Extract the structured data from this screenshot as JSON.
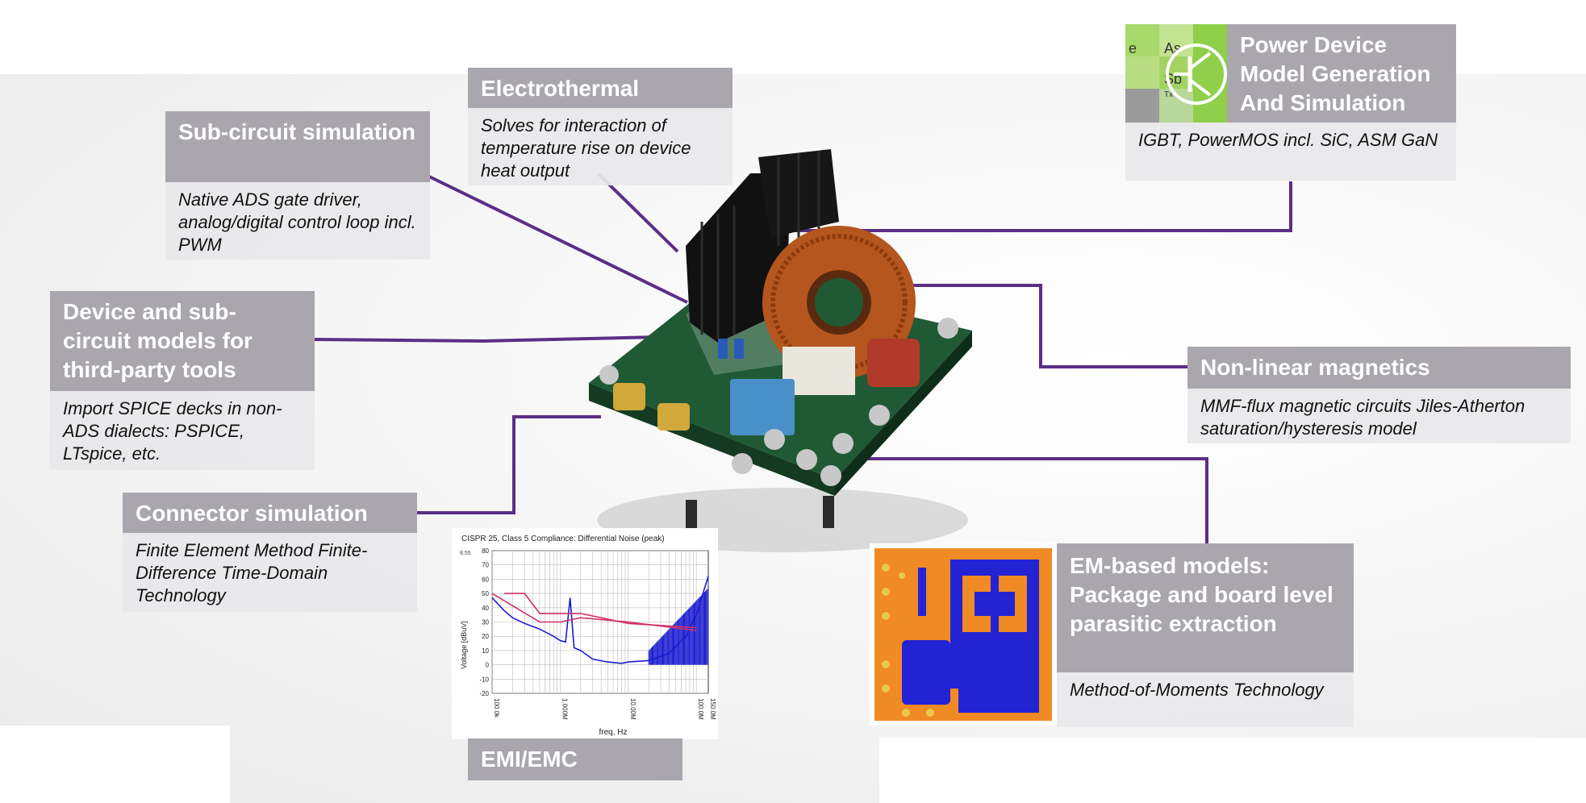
{
  "callouts": {
    "electrothermal": {
      "title": "Electrothermal",
      "desc": "Solves for interaction of temperature rise on device heat output"
    },
    "subcircuit": {
      "title": "Sub-circuit simulation",
      "desc": "Native ADS gate driver, analog/digital control loop incl. PWM"
    },
    "power_device": {
      "title": "Power Device Model Generation And Simulation",
      "desc": "IGBT, PowerMOS incl. SiC, ASM GaN"
    },
    "device_models": {
      "title": "Device and sub-circuit models for third-party tools",
      "desc": "Import SPICE decks in non-ADS dialects: PSPICE, LTspice, etc."
    },
    "nonlinear": {
      "title": "Non-linear magnetics",
      "desc": "MMF-flux magnetic circuits Jiles-Atherton saturation/hysteresis model"
    },
    "connector": {
      "title": "Connector simulation",
      "desc": "Finite Element Method Finite-Difference Time-Domain Technology"
    },
    "em_models": {
      "title": "EM-based models: Package and board level parasitic extraction",
      "desc": "Method-of-Moments Technology"
    },
    "emi": {
      "title": "EMI/EMC"
    }
  },
  "periodic_tile": {
    "symbols": [
      "e",
      "As",
      "Sb",
      "Tx"
    ]
  },
  "chart_data": {
    "type": "line",
    "title": "CISPR 25, Class 5 Compliance: Differential Noise (peak)",
    "xlabel": "freq, Hz",
    "ylabel": "Voltage [dBuV]",
    "x_scale": "log",
    "x_ticks": [
      "100.0k",
      "1.000M",
      "10.00M",
      "100.0M",
      "150.0M"
    ],
    "y_ticks": [
      "80",
      "70",
      "60",
      "50",
      "40",
      "30",
      "20",
      "10",
      "0",
      "-10",
      "-20"
    ],
    "y_top_label": "8.55",
    "ylim": [
      -20,
      80
    ],
    "series": [
      {
        "color": "#1b1bd0",
        "points": [
          [
            100000,
            47
          ],
          [
            150000,
            38
          ],
          [
            200000,
            33
          ],
          [
            300000,
            29
          ],
          [
            500000,
            25
          ],
          [
            800000,
            20
          ],
          [
            1000000,
            17
          ],
          [
            1200000,
            16
          ],
          [
            1400000,
            47
          ],
          [
            1600000,
            12
          ],
          [
            2000000,
            10
          ],
          [
            3000000,
            4
          ],
          [
            5000000,
            2
          ],
          [
            8000000,
            1
          ],
          [
            10000000,
            2
          ],
          [
            20000000,
            3
          ],
          [
            40000000,
            8
          ],
          [
            70000000,
            20
          ],
          [
            100000000,
            35
          ],
          [
            150000000,
            62
          ]
        ]
      },
      {
        "color": "#d0306a",
        "points": [
          [
            100000,
            50
          ],
          [
            500000,
            30
          ],
          [
            1000000,
            30
          ],
          [
            2000000,
            33
          ],
          [
            10000000,
            30
          ],
          [
            100000000,
            24
          ]
        ]
      },
      {
        "color": "#d0306a",
        "points": [
          [
            150000,
            50
          ],
          [
            300000,
            50
          ],
          [
            500000,
            36
          ],
          [
            2000000,
            36
          ],
          [
            10000000,
            29
          ],
          [
            100000000,
            26
          ]
        ]
      }
    ]
  }
}
